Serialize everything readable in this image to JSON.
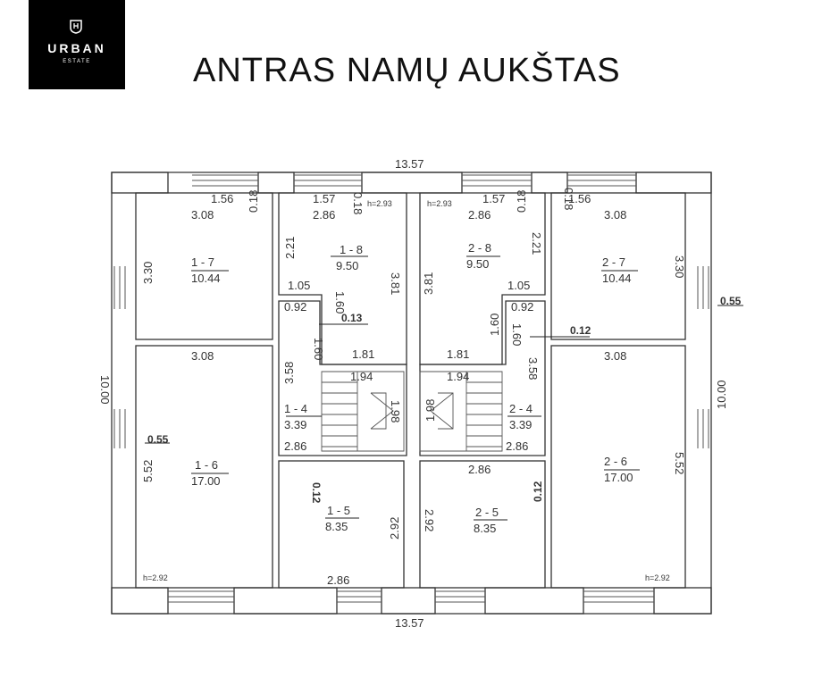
{
  "header": {
    "brand": "URBAN",
    "brand_sub": "ESTATE",
    "title": "ANTRAS NAMŲ AUKŠTAS"
  },
  "plan": {
    "overall_width": "13.57",
    "overall_depth": "10.00",
    "exterior_offset": "0.55",
    "rooms": [
      {
        "id": "1 - 7",
        "area": "10.44",
        "width": "3.08",
        "depth": "3.30",
        "window": "1.56",
        "wall": "0.18"
      },
      {
        "id": "1 - 8",
        "area": "9.50",
        "width": "2.86",
        "depth": "3.81",
        "window": "1.57",
        "wall": "0.18",
        "height": "h=2.93",
        "side": "2.21",
        "bottom": "1.05"
      },
      {
        "id": "1 - 4",
        "area": "3.39",
        "depth": "3.58",
        "landing": "1.81",
        "recess": "0.92",
        "recess_depth": "1.60",
        "recess_wall": "0.13",
        "stair_w": "1.94",
        "stair_l": "1.98",
        "bottom": "2.86"
      },
      {
        "id": "1 - 6",
        "area": "17.00",
        "width": "3.08",
        "depth": "5.52",
        "height": "h=2.92"
      },
      {
        "id": "1 - 5",
        "area": "8.35",
        "width": "2.86",
        "depth": "2.92",
        "wall": "0.12"
      },
      {
        "id": "2 - 8",
        "area": "9.50",
        "width": "2.86",
        "depth": "3.81",
        "window": "1.57",
        "wall": "0.18",
        "height": "h=2.93",
        "side": "2.21",
        "bottom": "1.05"
      },
      {
        "id": "2 - 7",
        "area": "10.44",
        "width": "3.08",
        "depth": "3.30",
        "window": "1.56",
        "wall": "0.18"
      },
      {
        "id": "2 - 4",
        "area": "3.39",
        "depth": "3.58",
        "landing": "1.81",
        "recess": "0.92",
        "recess_depth": "1.60",
        "recess_wall": "0.12",
        "stair_w": "1.94",
        "stair_l": "1.98",
        "bottom": "2.86"
      },
      {
        "id": "2 - 6",
        "area": "17.00",
        "width": "3.08",
        "depth": "5.52",
        "height": "h=2.92"
      },
      {
        "id": "2 - 5",
        "area": "8.35",
        "width": "2.86",
        "depth": "2.92",
        "wall": "0.12"
      }
    ]
  }
}
